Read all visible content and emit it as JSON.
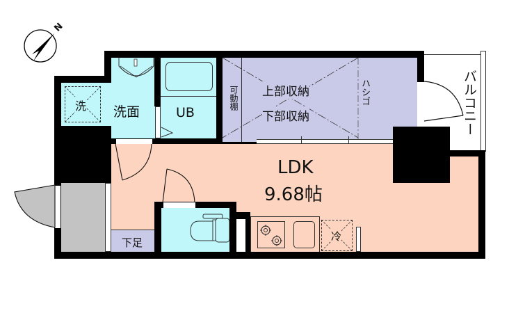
{
  "compass": {
    "north_label": "N"
  },
  "rooms": {
    "washer": {
      "label": "洗"
    },
    "washroom": {
      "label": "洗面"
    },
    "bath": {
      "label": "UB"
    },
    "shelf": {
      "label": "可動棚"
    },
    "storage_upper": {
      "label": "上部収納"
    },
    "storage_lower": {
      "label": "下部収納"
    },
    "ladder": {
      "label": "ハシゴ"
    },
    "balcony": {
      "label": "バルコニー"
    },
    "ldk": {
      "label": "LDK",
      "area": "9.68帖"
    },
    "shoe_box": {
      "label": "下足"
    },
    "fridge": {
      "label": "冷"
    }
  },
  "colors": {
    "wet_area": "#bff7fb",
    "storage": "#c9c9e8",
    "living": "#fdd4bf",
    "entrance": "#c3c3c3",
    "wall": "#000000"
  }
}
